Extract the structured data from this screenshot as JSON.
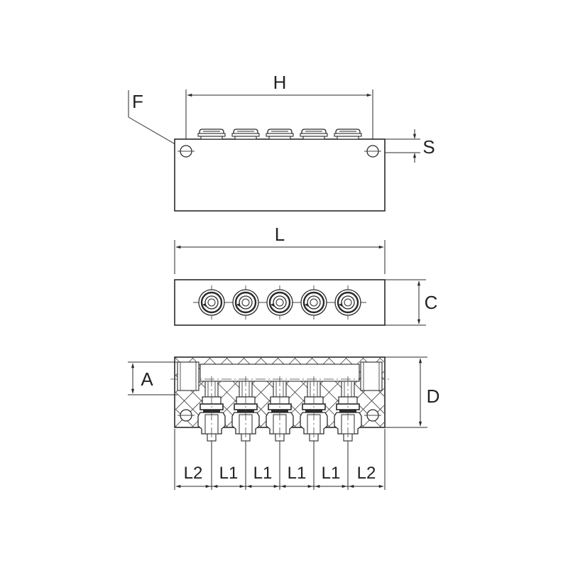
{
  "diagram": {
    "labels": {
      "H": "H",
      "F": "F",
      "S": "S",
      "L": "L",
      "C": "C",
      "A": "A",
      "D": "D",
      "L1": "L1",
      "L2": "L2"
    },
    "outlet_count": 5,
    "line_color": "#2a2a2a",
    "background": "#ffffff"
  }
}
